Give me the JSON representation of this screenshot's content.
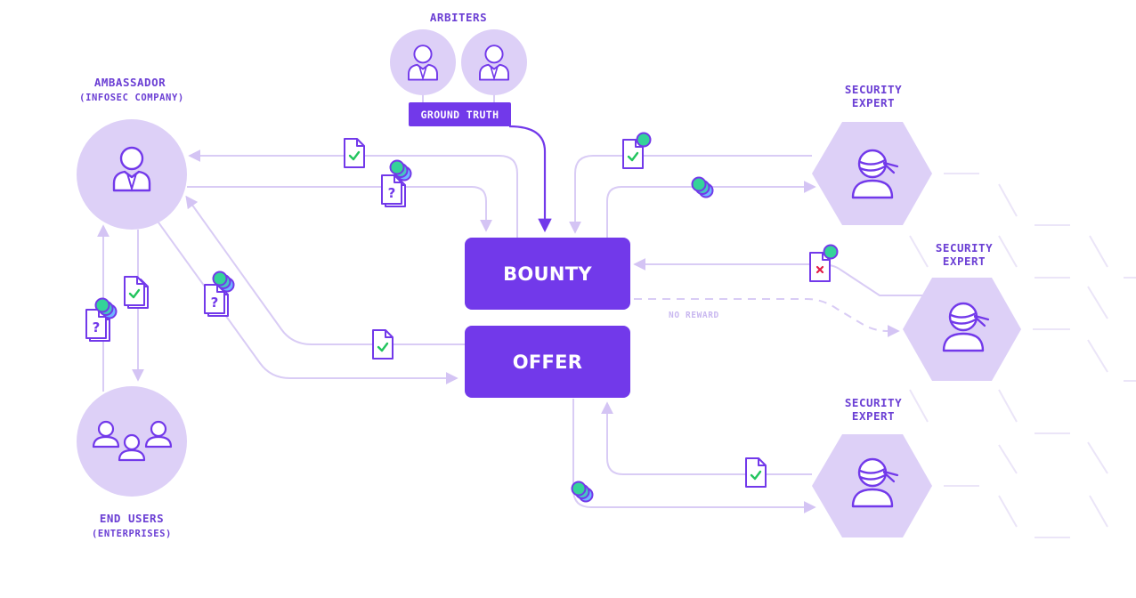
{
  "labels": {
    "arbiters": "ARBITERS",
    "ground_truth": "GROUND TRUTH",
    "ambassador": "AMBASSADOR",
    "ambassador_sub": "(INFOSEC COMPANY)",
    "end_users": "END USERS",
    "end_users_sub": "(ENTERPRISES)",
    "security_expert_1": "SECURITY\nEXPERT",
    "security_expert_2": "SECURITY\nEXPERT",
    "security_expert_3": "SECURITY\nEXPERT",
    "bounty": "BOUNTY",
    "offer": "OFFER",
    "no_reward": "NO REWARD"
  },
  "icons": {
    "document_verified": "document-check-icon",
    "document_unknown": "document-question-icon",
    "document_rejected": "document-x-icon",
    "token": "token-coins-icon",
    "person_suit": "businessman-icon",
    "person_ninja": "ninja-icon",
    "people_group": "people-group-icon"
  },
  "colors": {
    "primary": "#7239ea",
    "node_fill": "#ddd0f7",
    "line": "#d9ccf5",
    "text": "#6b3fd4",
    "check": "#22c55e",
    "reject": "#e11d48",
    "token": "#34d399",
    "hex_outline": "#ebe5f8"
  }
}
